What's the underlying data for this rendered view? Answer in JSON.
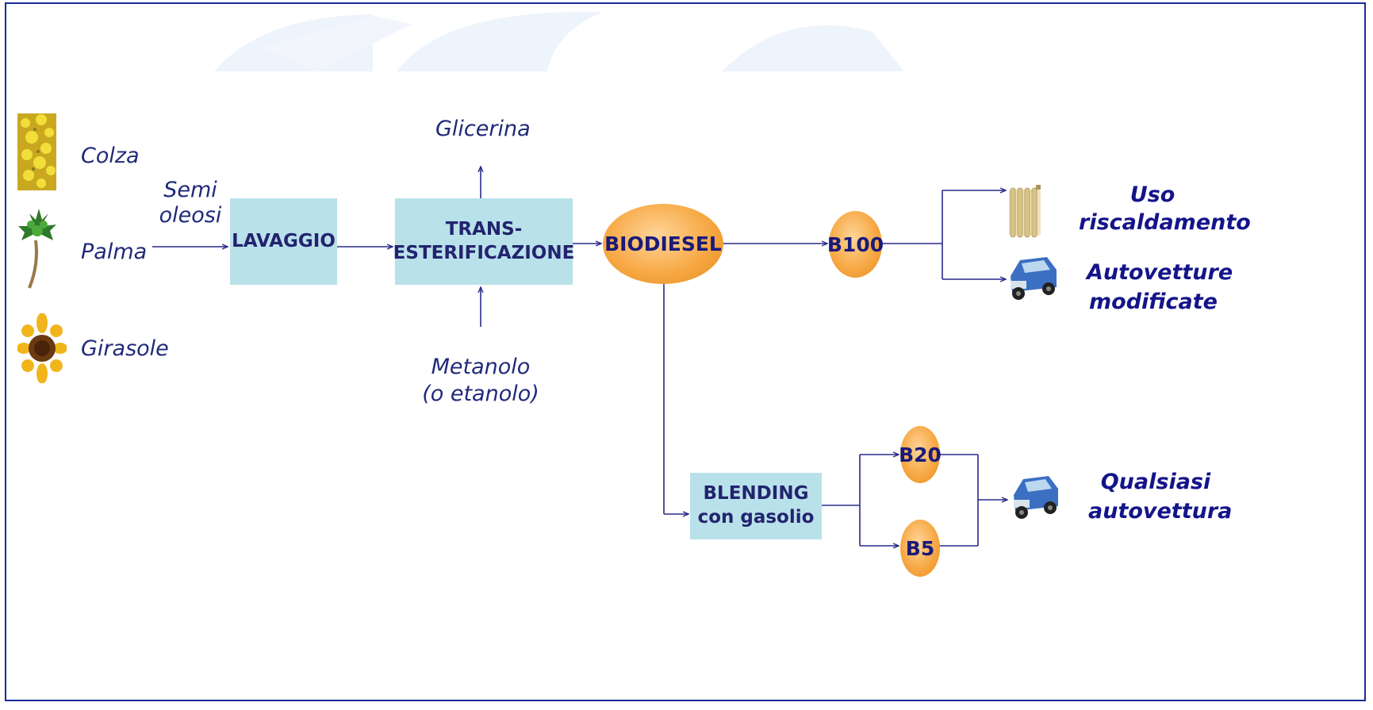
{
  "sources": {
    "colza": "Colza",
    "palma": "Palma",
    "girasole": "Girasole",
    "semi_oleosi": [
      "Semi",
      "oleosi"
    ]
  },
  "process": {
    "lavaggio": "LAVAGGIO",
    "trans": [
      "TRANS-",
      "ESTERIFICAZIONE"
    ],
    "glicerina": "Glicerina",
    "metanolo": [
      "Metanolo",
      "(o etanolo)"
    ],
    "biodiesel": "BIODIESEL",
    "blending": [
      "BLENDING",
      "con gasolio"
    ]
  },
  "blends": {
    "b100": "B100",
    "b20": "B20",
    "b5": "B5"
  },
  "uses": {
    "riscaldamento": [
      "Uso",
      "riscaldamento"
    ],
    "autovetture_modificate": [
      "Autovetture",
      "modificate"
    ],
    "qualsiasi": [
      "Qualsiasi",
      "autovettura"
    ]
  },
  "colors": {
    "box_fill": "#b9e1ea",
    "oval_fill": "#f7a945",
    "text": "#1f2a7a",
    "line": "#2a2a8a",
    "frame": "#1a2a9a"
  }
}
